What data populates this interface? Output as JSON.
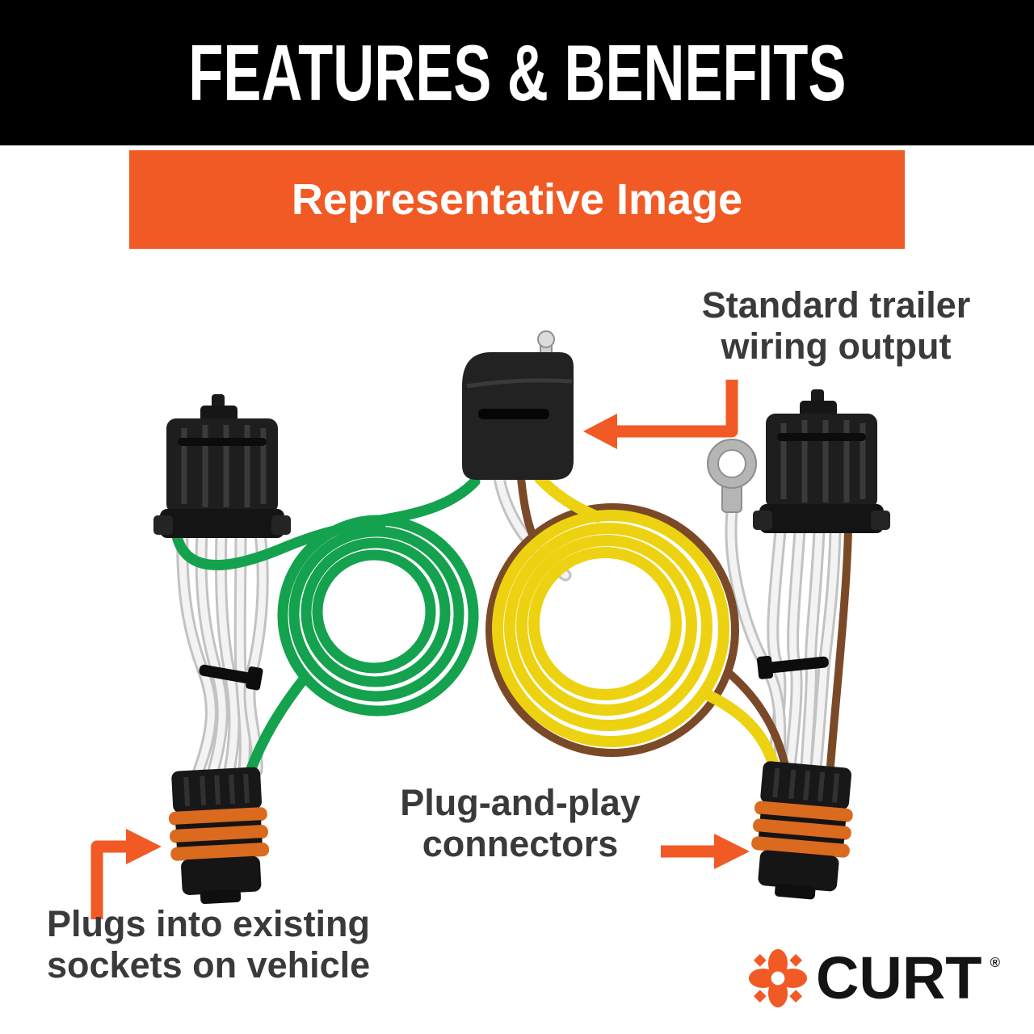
{
  "header": {
    "title": "FEATURES & BENEFITS"
  },
  "banner": {
    "label": "Representative Image"
  },
  "callouts": {
    "trailer_output": "Standard trailer\nwiring output",
    "plug_play": "Plug-and-play\nconnectors",
    "existing_sockets": "Plugs into existing\nsockets on vehicle"
  },
  "logo": {
    "brand": "CURT",
    "registered": "®"
  },
  "colors": {
    "accent_orange": "#F15A24",
    "header_black": "#000000",
    "text_dark": "#3A3A3A",
    "wire_green": "#14A24E",
    "wire_yellow": "#EDD211",
    "wire_brown": "#7A4A28",
    "connector_black": "#1C1C1C",
    "seal_orange": "#D96A1E"
  },
  "illustration": {
    "parts": [
      "left-vehicle-connector",
      "right-vehicle-connector",
      "trailer-connector-4flat",
      "green-wire-coil",
      "yellow-wire-coil",
      "ground-ring-terminal",
      "left-socket-plug",
      "right-socket-plug"
    ]
  }
}
